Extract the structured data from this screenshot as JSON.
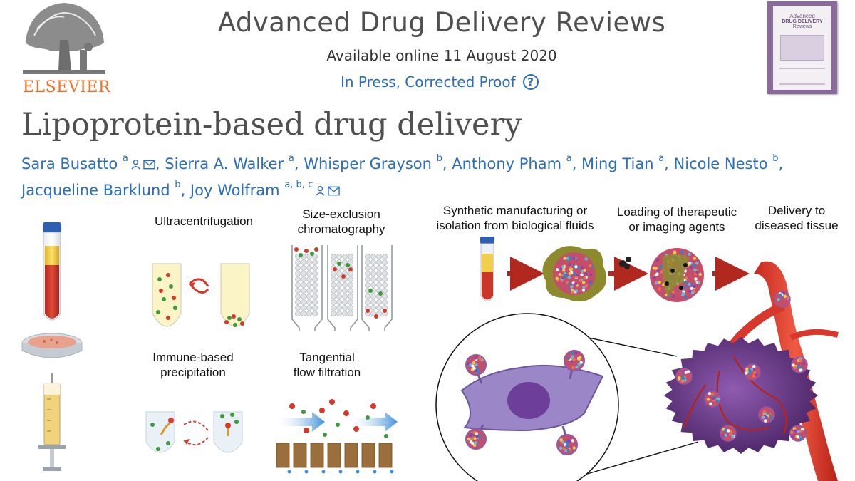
{
  "header": {
    "journal": "Advanced Drug Delivery Reviews",
    "available_online": "Available online 11 August 2020",
    "status": "In Press, Corrected Proof",
    "help_glyph": "?",
    "publisher": "ELSEVIER",
    "cover": {
      "title_line1": "Advanced",
      "title_line2": "DRUG DELIVERY",
      "title_line3": "Reviews"
    }
  },
  "article": {
    "title": "Lipoprotein-based drug delivery",
    "authors": [
      {
        "name": "Sara Busatto",
        "aff": "a",
        "icons": [
          "person-icon",
          "mail-icon"
        ]
      },
      {
        "name": "Sierra A. Walker",
        "aff": "a"
      },
      {
        "name": "Whisper Grayson",
        "aff": "b"
      },
      {
        "name": "Anthony Pham",
        "aff": "a"
      },
      {
        "name": "Ming Tian",
        "aff": "a"
      },
      {
        "name": "Nicole Nesto",
        "aff": "b"
      },
      {
        "name": "Jacqueline Barklund",
        "aff": "b"
      },
      {
        "name": "Joy Wolfram",
        "aff": "a, b, c",
        "icons": [
          "person-icon",
          "mail-icon"
        ]
      }
    ],
    "separator": ", "
  },
  "figure": {
    "methods": {
      "ultracentrifugation": "Ultracentrifugation",
      "size_exclusion_1": "Size-exclusion",
      "size_exclusion_2": "chromatography",
      "immune_1": "Immune-based",
      "immune_2": "precipitation",
      "tff_1": "Tangential",
      "tff_2": "flow filtration"
    },
    "steps": {
      "step1_1": "Synthetic manufacturing or",
      "step1_2": "isolation from biological fluids",
      "step2_1": "Loading of therapeutic",
      "step2_2": "or imaging agents",
      "step3_1": "Delivery to",
      "step3_2": "diseased tissue"
    },
    "colors": {
      "link_blue": "#2a6ebb",
      "elsevier_orange": "#f36f21",
      "arrow_red": "#b0281e",
      "vessel_red": "#d8382c",
      "tumor_purple": "#6a3a8a",
      "cell_purple": "#9b86c8"
    }
  }
}
